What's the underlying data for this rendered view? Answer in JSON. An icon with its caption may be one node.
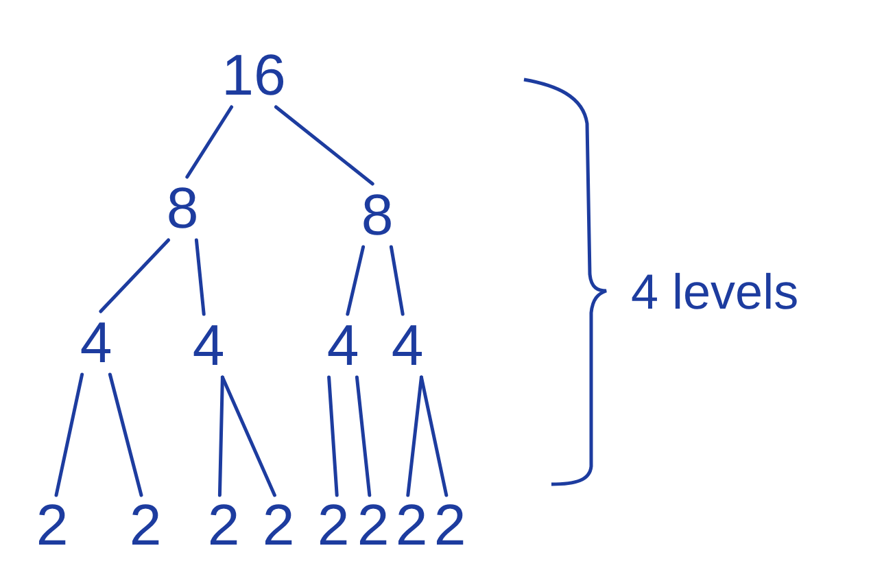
{
  "diagram": {
    "nodes": [
      {
        "text": [
          "16"
        ]
      },
      {
        "text": [
          "8"
        ]
      },
      {
        "text": [
          "8"
        ]
      },
      {
        "text": [
          "4"
        ]
      },
      {
        "text": [
          "4"
        ]
      },
      {
        "text": [
          "4"
        ]
      },
      {
        "text": [
          "4"
        ]
      },
      {
        "text": [
          "2"
        ]
      },
      {
        "text": [
          "2"
        ]
      },
      {
        "text": [
          "2"
        ]
      },
      {
        "text": [
          "2"
        ]
      },
      {
        "text": [
          "2"
        ]
      },
      {
        "text": [
          "2"
        ]
      },
      {
        "text": [
          "2"
        ]
      },
      {
        "text": [
          "2"
        ]
      }
    ],
    "edges": [
      {
        "from": 0,
        "to": 1,
        "arrow": "none"
      },
      {
        "from": 0,
        "to": 2,
        "arrow": "none"
      },
      {
        "from": 1,
        "to": 3,
        "arrow": "none"
      },
      {
        "from": 1,
        "to": 4,
        "arrow": "none"
      },
      {
        "from": 2,
        "to": 5,
        "arrow": "none"
      },
      {
        "from": 2,
        "to": 6,
        "arrow": "none"
      },
      {
        "from": 3,
        "to": 7,
        "arrow": "none"
      },
      {
        "from": 3,
        "to": 8,
        "arrow": "none"
      },
      {
        "from": 4,
        "to": 9,
        "arrow": "none"
      },
      {
        "from": 4,
        "to": 10,
        "arrow": "none"
      },
      {
        "from": 5,
        "to": 11,
        "arrow": "none"
      },
      {
        "from": 5,
        "to": 12,
        "arrow": "none"
      },
      {
        "from": 6,
        "to": 13,
        "arrow": "none"
      },
      {
        "from": 6,
        "to": 14,
        "arrow": "none"
      }
    ],
    "labels": [
      "4 levels"
    ]
  }
}
